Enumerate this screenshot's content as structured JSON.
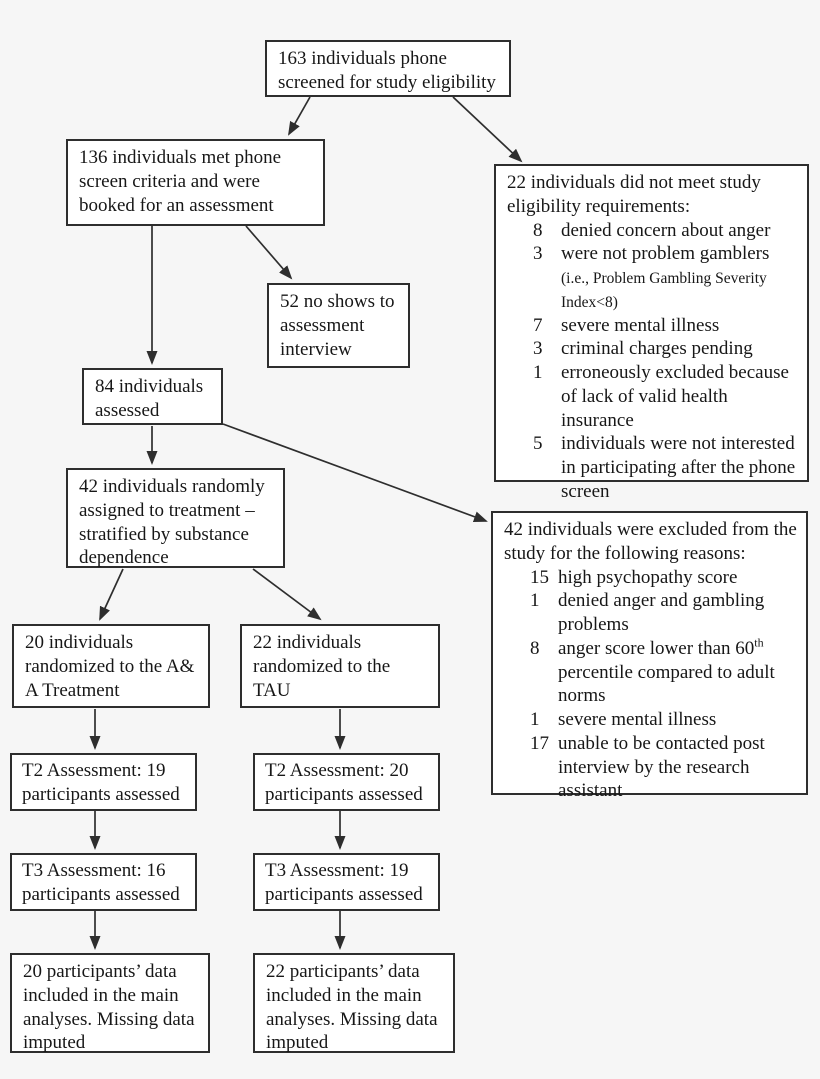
{
  "diagram_title": "Participant flow diagram",
  "colors": {
    "background": "#f6f6f6",
    "box_background": "#ffffff",
    "line_and_border": "#2e2e2e",
    "text": "#171717"
  },
  "boxes": {
    "phone_screened": {
      "text": "163 individuals phone screened for study eligibility"
    },
    "met_criteria": {
      "text": "136 individuals met phone screen criteria and were booked for an assessment"
    },
    "not_eligible": {
      "intro": "22 individuals did not meet study eligibility requirements:",
      "items": [
        {
          "n": "8",
          "text": "denied concern about anger"
        },
        {
          "n": "3",
          "text": "were not problem gamblers ",
          "small": "(i.e., Problem Gambling Severity Index<8)"
        },
        {
          "n": "7",
          "text": "severe mental illness"
        },
        {
          "n": "3",
          "text": "criminal charges pending"
        },
        {
          "n": "1",
          "text": "erroneously excluded because of lack of valid health insurance"
        },
        {
          "n": "5",
          "text": "individuals were not interested in participating after the phone screen"
        }
      ]
    },
    "no_shows": {
      "text": "52 no shows to assessment interview"
    },
    "assessed": {
      "text": "84 individuals assessed"
    },
    "randomized": {
      "text": "42 individuals randomly assigned to treatment – stratified by substance dependence"
    },
    "excluded": {
      "intro": "42 individuals were excluded from the study for the following reasons:",
      "items": [
        {
          "n": "15",
          "text": "high psychopathy score"
        },
        {
          "n": "1",
          "text": "denied anger and gambling problems"
        },
        {
          "n": "8",
          "text": "anger score lower than 60",
          "sup": "th",
          "text2": " percentile compared to adult norms"
        },
        {
          "n": "1",
          "text": "severe mental illness"
        },
        {
          "n": "17",
          "text": "unable to be contacted post interview by the research assistant"
        }
      ]
    },
    "aa_treatment": {
      "text": "20 individuals randomized to the A& A Treatment"
    },
    "tau": {
      "text": "22 individuals randomized to the TAU"
    },
    "t2_aa": {
      "text": "T2 Assessment: 19 participants assessed"
    },
    "t2_tau": {
      "text": "T2 Assessment: 20 participants assessed"
    },
    "t3_aa": {
      "text": "T3 Assessment: 16 participants assessed"
    },
    "t3_tau": {
      "text": "T3 Assessment: 19 participants assessed"
    },
    "data_aa": {
      "text": "20 participants’ data included in the main analyses. Missing data imputed"
    },
    "data_tau": {
      "text": "22 participants’ data included in the main analyses. Missing data imputed"
    }
  }
}
